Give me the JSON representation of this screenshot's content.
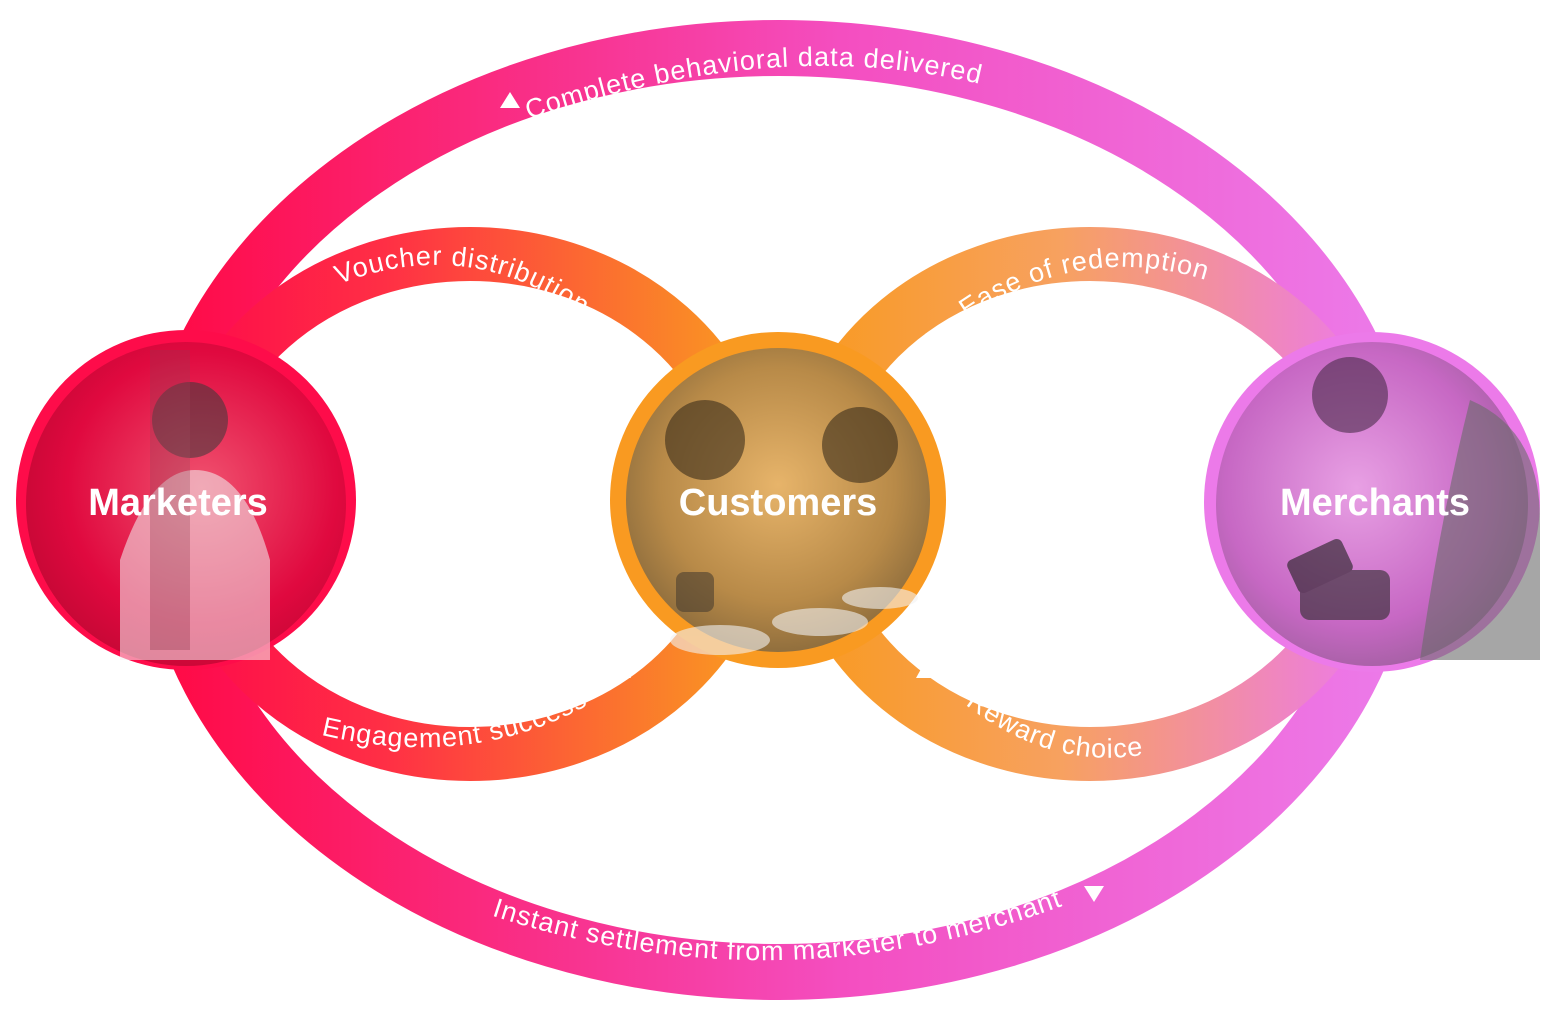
{
  "nodes": {
    "marketers": "Marketers",
    "customers": "Customers",
    "merchants": "Merchants"
  },
  "flows": {
    "top": "Complete behavioral data delivered",
    "bottom": "Instant settlement from marketer to merchant",
    "voucher": "Voucher distribution",
    "engagement": "Engagement success",
    "redemption": "Ease of redemption",
    "reward": "Reward choice"
  },
  "colors": {
    "marketers": "#fe0c4a",
    "customers": "#f99a21",
    "merchants": "#ec7ae9"
  }
}
